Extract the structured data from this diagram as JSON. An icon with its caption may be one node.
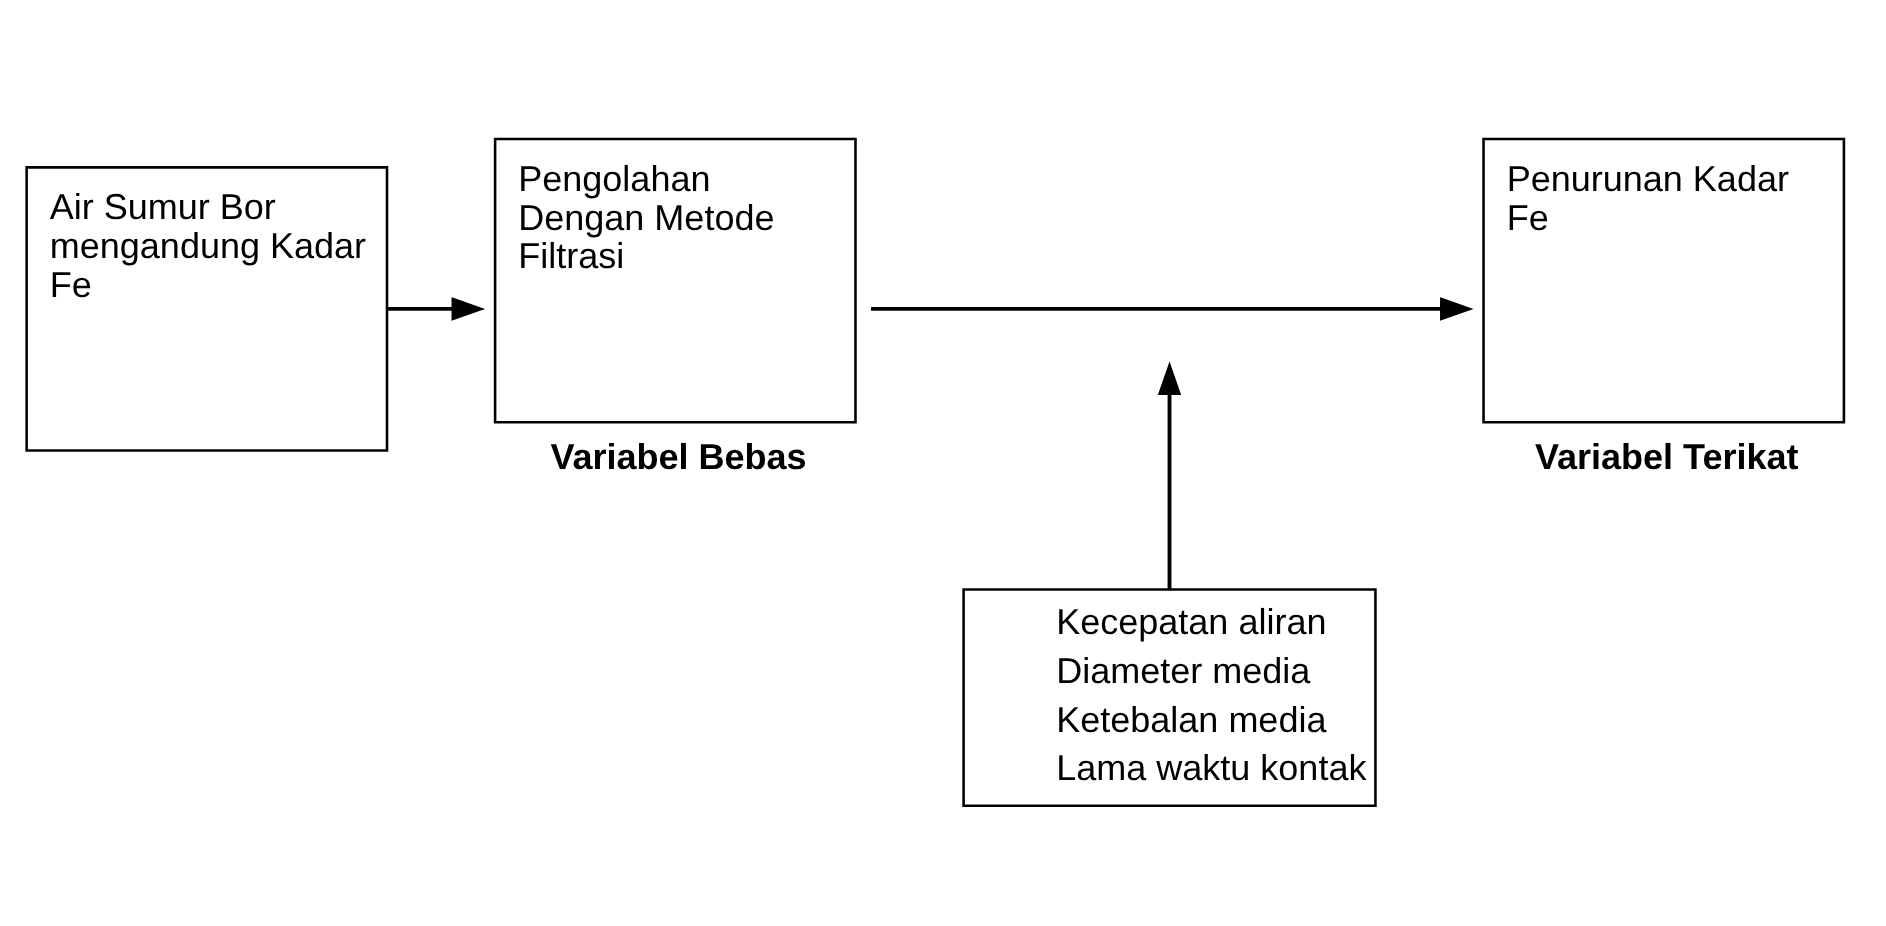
{
  "diagram": {
    "nodes": [
      {
        "text": [
          "Air Sumur Bor mengandung Kadar Fe"
        ]
      },
      {
        "text": [
          "Pengolahan Dengan Metode Filtrasi"
        ],
        "beside": [
          "Variabel Bebas"
        ]
      },
      {
        "text": [
          "Penurunan Kadar Fe"
        ],
        "beside": [
          "Variabel Terikat"
        ]
      },
      {
        "text": [
          "Kecepatan aliran",
          "Diameter media",
          "Ketebalan media",
          "Lama waktu kontak"
        ]
      }
    ],
    "edges": [
      {
        "from": 0,
        "to": 1,
        "arrow": "to"
      },
      {
        "from": 1,
        "to": 2,
        "arrow": "to"
      },
      {
        "from": 3,
        "to": null,
        "arrow": "to"
      }
    ]
  }
}
